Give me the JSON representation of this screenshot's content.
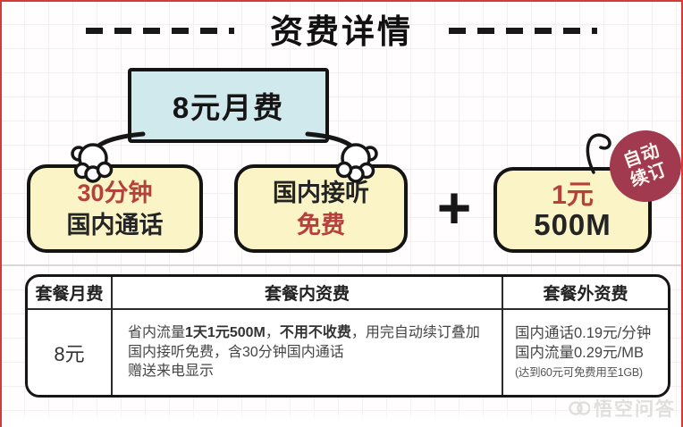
{
  "page": {
    "title": "资费详情",
    "watermark": "悟空问答"
  },
  "diagram": {
    "monthly_fee_box": "8元月费",
    "card_minutes": {
      "line1": "30分钟",
      "line2": "国内通话"
    },
    "card_answer": {
      "line1": "国内接听",
      "line2": "免费"
    },
    "plus": "+",
    "card_data": {
      "line1": "1元",
      "line2": "500M"
    },
    "badge": {
      "line1": "自动",
      "line2": "续订"
    }
  },
  "table": {
    "headers": [
      "套餐月费",
      "套餐内资费",
      "套餐外资费"
    ],
    "row": {
      "monthly_fee": "8元",
      "in_plan": {
        "l1a": "省内流量",
        "l1b": "1天1元500M",
        "l1c": "，",
        "l1d": "不用不收费",
        "l1e": "，用完自动续订叠加",
        "l2": "国内接听免费，含30分钟国内通话",
        "l3": "赠送来电显示"
      },
      "out_plan": {
        "l1": "国内通话0.19元/分钟",
        "l2": "国内流量0.29元/MB",
        "note": "(达到60元可免费用至1GB)"
      }
    }
  },
  "colors": {
    "accent_red": "#b5413c",
    "badge_red": "#a23a4f",
    "fee_box_blue": "#cfe9ec",
    "card_yellow": "#faf4c6",
    "border_black": "#141414",
    "page_edge_red": "#d43a3a"
  }
}
